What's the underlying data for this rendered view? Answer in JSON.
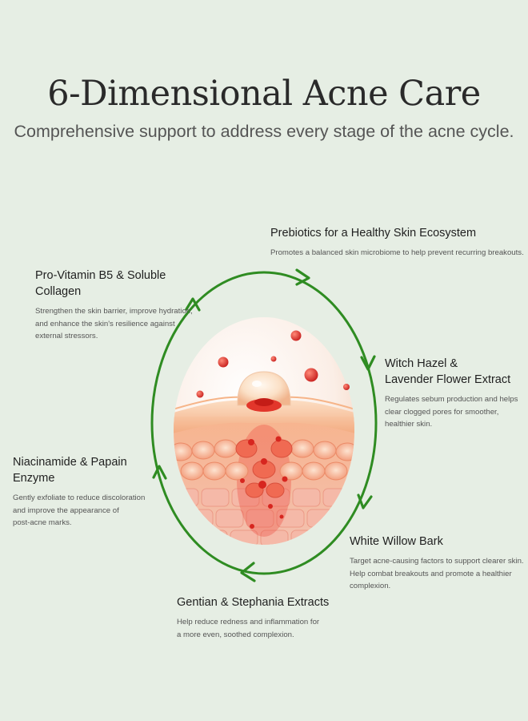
{
  "title": "6-Dimensional Acne Care",
  "subtitle": "Comprehensive support to address every stage of the acne cycle.",
  "colors": {
    "background": "#e6eee4",
    "ring": "#2f8c22",
    "skin_light": "#f7c9a6",
    "skin_deep": "#e35a3c",
    "bacteria": "#e2403a"
  },
  "ingredients": [
    {
      "title": "Prebiotics for a Healthy Skin Ecosystem",
      "lines": [
        "Promotes a balanced skin microbiome to help prevent recurring breakouts."
      ]
    },
    {
      "title": "Pro-Vitamin B5 & Soluble Collagen",
      "lines": [
        "Strengthen the skin barrier, improve hydration,",
        "and enhance the skin's resilience against",
        "external stressors."
      ]
    },
    {
      "title_lines": [
        "Witch Hazel &",
        "Lavender Flower Extract"
      ],
      "lines": [
        "Regulates sebum production and helps",
        "clear clogged pores for smoother,",
        "healthier skin."
      ]
    },
    {
      "title": "Niacinamide & Papain Enzyme",
      "lines": [
        "Gently exfoliate to reduce discoloration",
        "and improve the appearance of",
        "post-acne marks."
      ]
    },
    {
      "title": "White Willow Bark",
      "lines": [
        "Target acne-causing factors to support clearer skin.",
        "Help combat breakouts and promote a healthier",
        "complexion."
      ]
    },
    {
      "title": "Gentian & Stephania Extracts",
      "lines": [
        "Help reduce redness and inflammation for",
        "a more even, soothed complexion."
      ]
    }
  ]
}
